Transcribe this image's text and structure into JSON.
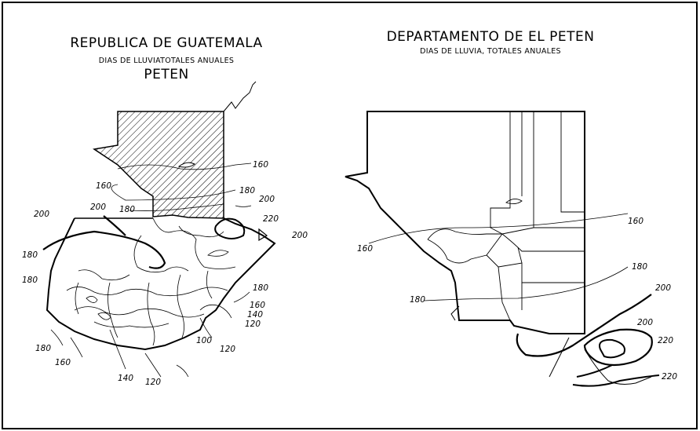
{
  "left_map": {
    "title_line1": "REPUBLICA DE GUATEMALA",
    "title_line2": "DIAS DE LLUVIATOTALES ANUALES",
    "title_line3": "PETEN",
    "labels": [
      "160",
      "160",
      "180",
      "180",
      "200",
      "200",
      "200",
      "220",
      "200",
      "180",
      "180",
      "180",
      "160",
      "140",
      "120",
      "120",
      "180",
      "160",
      "140",
      "120",
      "100"
    ]
  },
  "right_map": {
    "title_line1": "DEPARTAMENTO DE EL PETEN",
    "title_line2": "DIAS DE LLUVIA, TOTALES ANUALES",
    "labels": [
      "160",
      "160",
      "180",
      "180",
      "200",
      "200",
      "220",
      "220"
    ]
  }
}
